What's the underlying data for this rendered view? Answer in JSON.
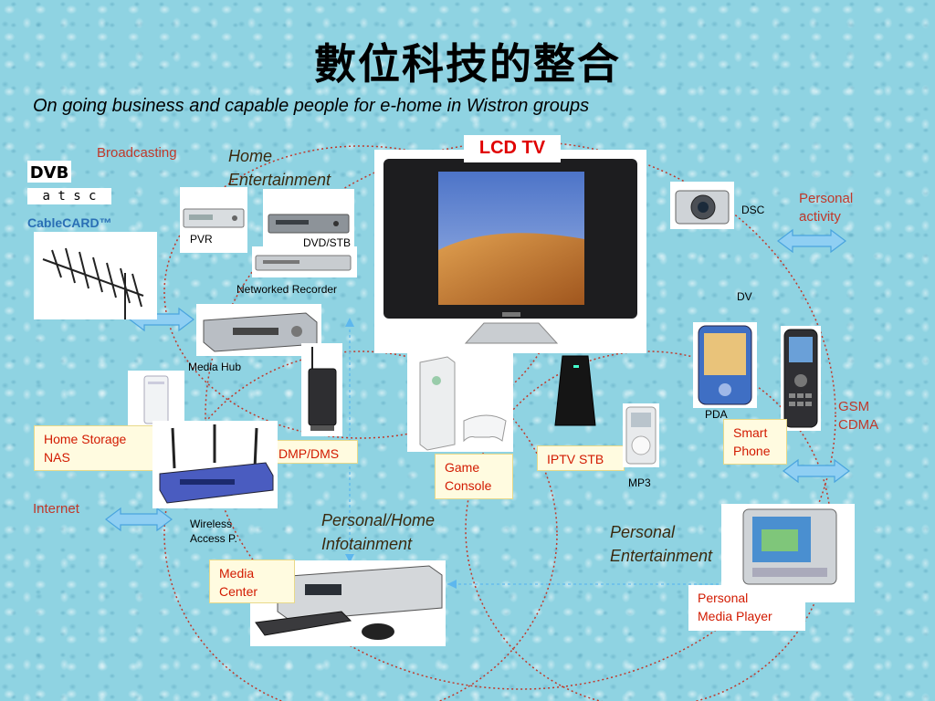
{
  "slide": {
    "title": "數位科技的整合",
    "subtitle": "On going business and capable people for e-home in Wistron groups"
  },
  "labels": {
    "broadcasting": "Broadcasting",
    "home_entertainment": "Home\nEntertainment",
    "lcd_tv": "LCD TV",
    "pvr": "PVR",
    "dvd_stb": "DVD/STB",
    "networked_recorder": "Networked Recorder",
    "media_hub": "Media Hub",
    "dsc": "DSC",
    "dv": "DV",
    "pda": "PDA",
    "personal_activity": "Personal\nactivity",
    "gsm_cdma": "GSM\nCDMA",
    "smart_phone": "Smart\nPhone",
    "mp3": "MP3",
    "home_storage_nas": "Home Storage\nNAS",
    "dmp_dms": "DMP/DMS",
    "game_console": "Game\nConsole",
    "iptv_stb": "IPTV STB",
    "internet": "Internet",
    "wireless_access_point": "Wireless\nAccess P.",
    "personal_home_infotainment": "Personal/Home\nInfotainment",
    "personal_entertainment": "Personal\nEntertainment",
    "media_center": "Media\nCenter",
    "personal_media_player": "Personal\nMedia Player"
  },
  "logos": {
    "dvb": "DVB",
    "atsc": "a t s c",
    "cablecard": "CableCARD™"
  },
  "colors": {
    "background": "#8fd3e2",
    "label_red": "#c0392b",
    "box_text_red": "#d21a00",
    "arrow_blue": "#7ec3ef",
    "circle_red": "#c0392b"
  },
  "devices": [
    "antenna-image",
    "pvr-image",
    "dvd-stb-image",
    "networked-recorder-image",
    "media-hub-image",
    "lcd-tv-image",
    "dsc-camera-image",
    "pda-image",
    "smart-phone-image",
    "nas-image",
    "dmp-image",
    "wireless-router-image",
    "game-console-image",
    "iptv-stb-image",
    "mp3-player-image",
    "media-center-pc-image",
    "personal-media-player-image"
  ]
}
